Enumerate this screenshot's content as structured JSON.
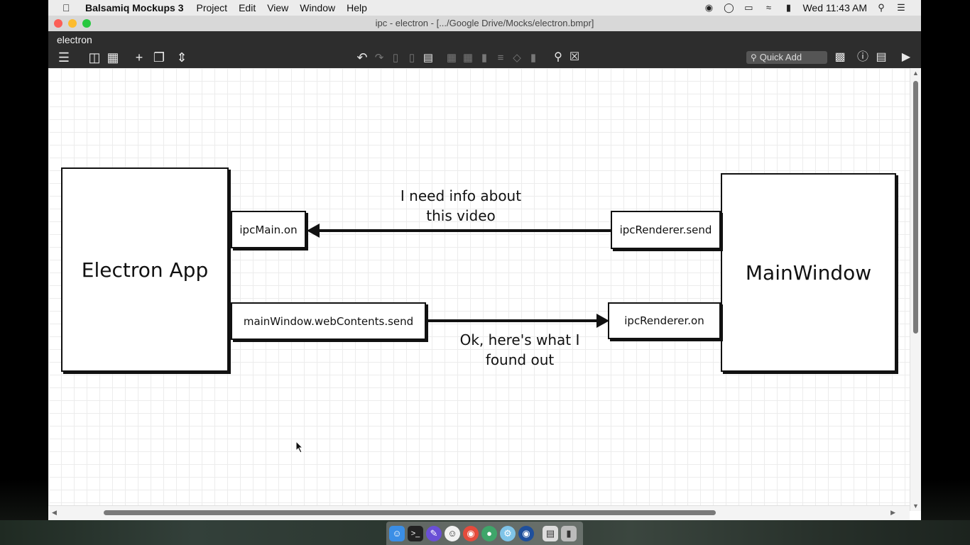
{
  "menubar": {
    "app_name": "Balsamiq Mockups 3",
    "items": [
      "Project",
      "Edit",
      "View",
      "Window",
      "Help"
    ],
    "clock": "Wed 11:43 AM"
  },
  "window": {
    "title": "ipc - electron - [.../Google Drive/Mocks/electron.bmpr]",
    "doc_title": "electron",
    "quick_add_placeholder": "Quick Add"
  },
  "diagram": {
    "left_box": "Electron App",
    "right_box": "MainWindow",
    "ipc_main_on": "ipcMain.on",
    "ipc_renderer_send": "ipcRenderer.send",
    "main_window_send": "mainWindow.webContents.send",
    "ipc_renderer_on": "ipcRenderer.on",
    "note_top_line1": "I need info about",
    "note_top_line2": "this video",
    "note_bottom_line1": "Ok, here's what I",
    "note_bottom_line2": "found out"
  },
  "colors": {
    "toolbar_bg": "#2d2d2d",
    "close": "#fc5f57",
    "minimize": "#fdbc2e",
    "maximize": "#28c840"
  }
}
